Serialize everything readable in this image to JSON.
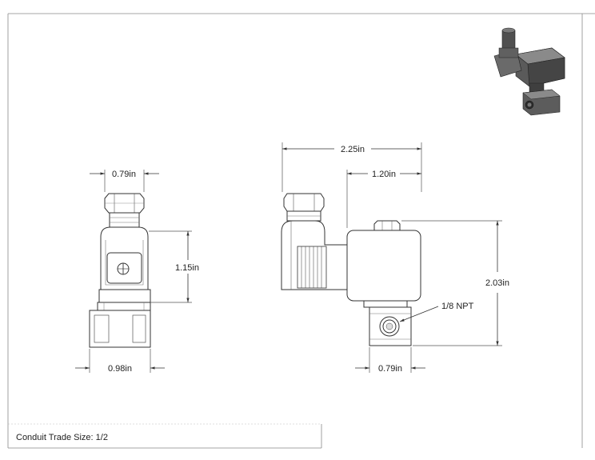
{
  "dimensions": {
    "front_top_width": "0.79in",
    "front_height": "1.15in",
    "front_bottom_width": "0.98in",
    "side_overall_width": "2.25in",
    "side_coil_width": "1.20in",
    "side_overall_height": "2.03in",
    "side_port_label": "1/8 NPT",
    "side_body_width": "0.79in"
  },
  "footer": {
    "conduit_text": "Conduit Trade Size: 1/2"
  }
}
